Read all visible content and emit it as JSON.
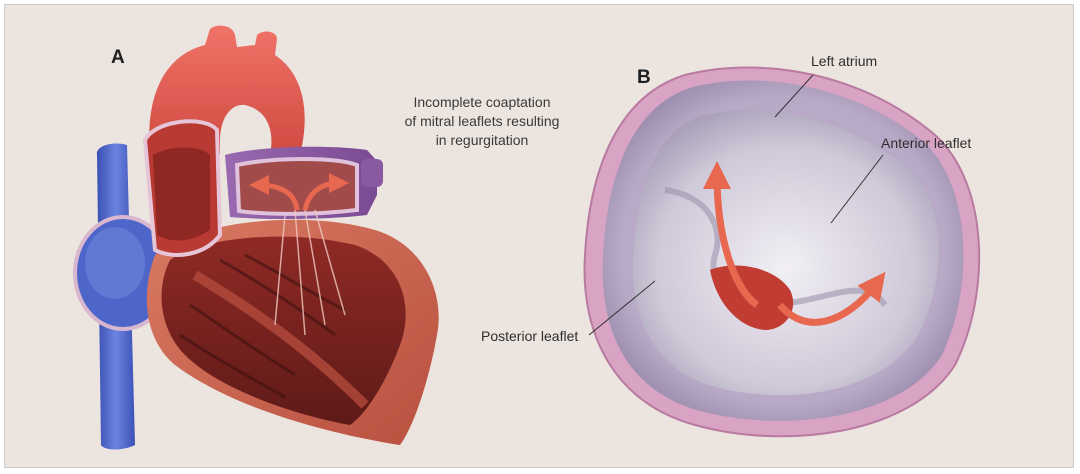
{
  "panel_a": {
    "letter": "A",
    "caption_lines": [
      "Incomplete coaptation",
      "of mitral leaflets resulting",
      "in regurgitation"
    ]
  },
  "panel_b": {
    "letter": "B",
    "labels": {
      "left_atrium": "Left atrium",
      "anterior_leaflet": "Anterior leaflet",
      "posterior_leaflet": "Posterior leaflet"
    }
  },
  "colors": {
    "background": "#ebe4df",
    "vein_blue": "#4a63c7",
    "aorta_red": "#e2574c",
    "myocardium": "#c96a55",
    "left_atrium_purple": "#8a5aa0",
    "valve_rim_pink": "#d9a3c3",
    "leaflet_grey": "#d6d2dc",
    "regurgitation_arrow": "#e8684f"
  }
}
